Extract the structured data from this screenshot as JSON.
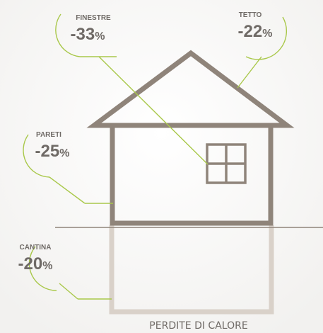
{
  "caption": "PERDITE DI CALORE",
  "colors": {
    "house": "#8f847a",
    "basement": "#d9d1c9",
    "accent_line": "#a9c84a",
    "ground": "#8f847a",
    "text": "#6f6a66"
  },
  "labels": {
    "finestre": {
      "name": "FINESTRE",
      "value": "-33",
      "unit": "%"
    },
    "tetto": {
      "name": "TETTO",
      "value": "-22",
      "unit": "%"
    },
    "pareti": {
      "name": "PARETI",
      "value": "-25",
      "unit": "%"
    },
    "cantina": {
      "name": "CANTINA",
      "value": "-20",
      "unit": "%"
    }
  }
}
